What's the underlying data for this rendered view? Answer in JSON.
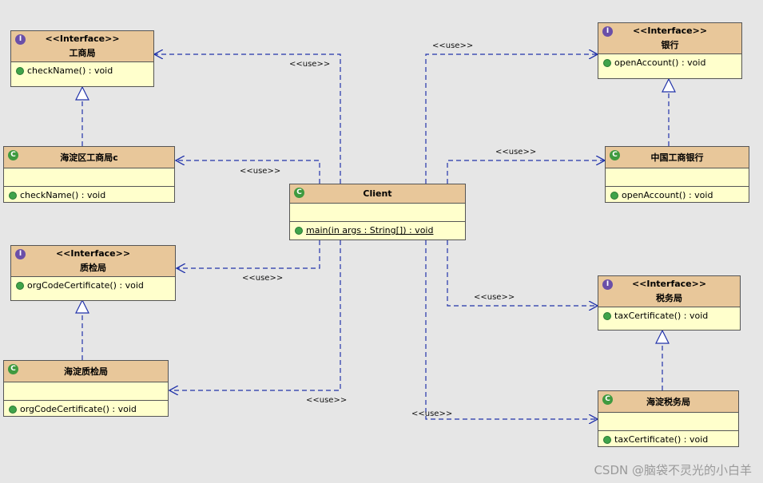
{
  "classes": {
    "gongshang": {
      "stereotype": "<<Interface>>",
      "name": "工商局",
      "op": "checkName() : void"
    },
    "haidian_gongshang": {
      "name": "海淀区工商局c",
      "op": "checkName() : void"
    },
    "zhijian": {
      "stereotype": "<<Interface>>",
      "name": "质检局",
      "op": "orgCodeCertificate() : void"
    },
    "haidian_zhijian": {
      "name": "海淀质检局",
      "op": "orgCodeCertificate() : void"
    },
    "client": {
      "name": "Client",
      "op": "main(in args : String[]) : void"
    },
    "bank": {
      "stereotype": "<<Interface>>",
      "name": "银行",
      "op": "openAccount() : void"
    },
    "icbc": {
      "name": "中国工商银行",
      "op": "openAccount() : void"
    },
    "shuiwu": {
      "stereotype": "<<Interface>>",
      "name": "税务局",
      "op": "taxCertificate() : void"
    },
    "haidian_shuiwu": {
      "name": "海淀税务局",
      "op": "taxCertificate() : void"
    }
  },
  "badges": {
    "interface": "I",
    "class": "C"
  },
  "use_label": "<<use>>",
  "watermark": "CSDN @脑袋不灵光的小白羊"
}
